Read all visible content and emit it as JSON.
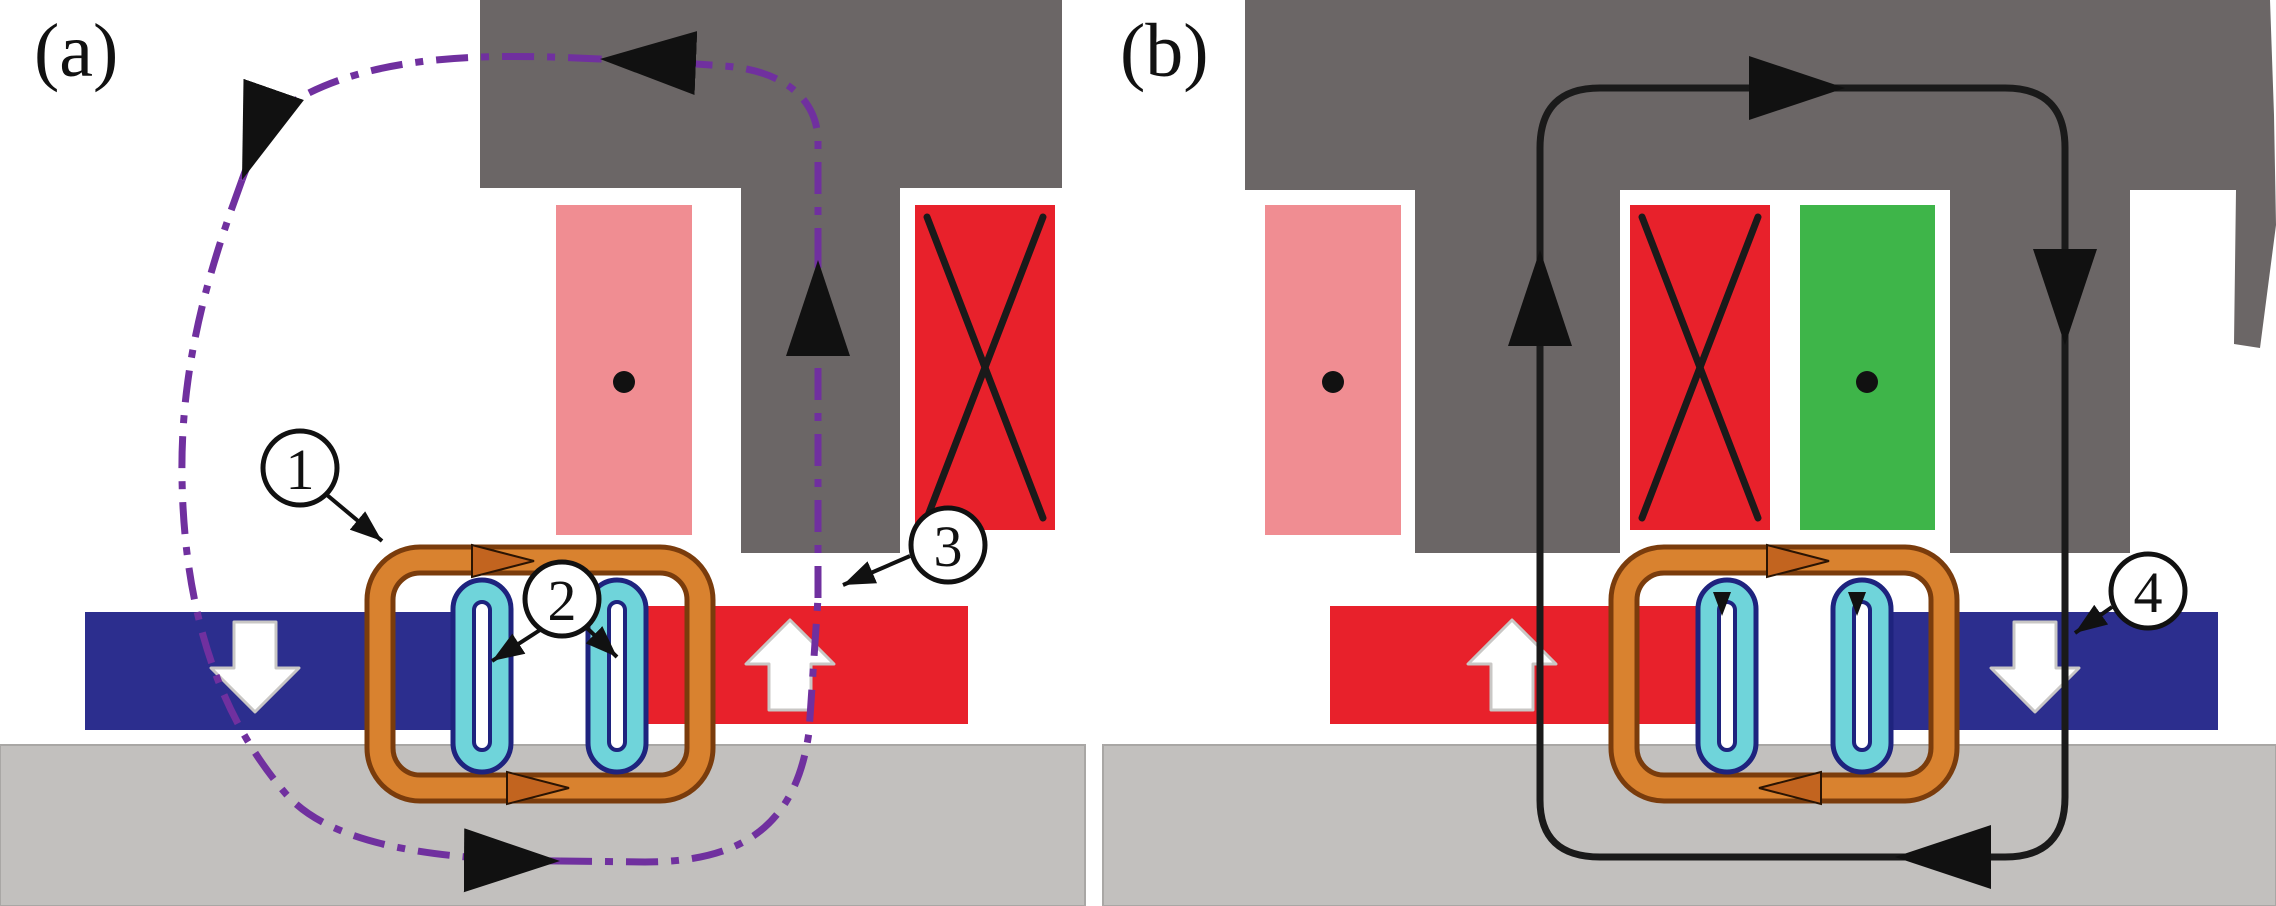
{
  "figure": {
    "panels": [
      {
        "label": "(a)",
        "callouts": [
          {
            "number": "1"
          },
          {
            "number": "2"
          },
          {
            "number": "3"
          }
        ]
      },
      {
        "label": "(b)",
        "callouts": [
          {
            "number": "4"
          }
        ]
      }
    ],
    "symbols": {
      "dot": "current-out-of-page",
      "cross": "current-into-page"
    }
  },
  "colors": {
    "stator_core_gray": "#6b6666",
    "mover_base_gray": "#c2c0be",
    "coil_pink": "#f08d92",
    "coil_red": "#e8212b",
    "coil_green": "#3eb549",
    "magnet_blue": "#2c2e8e",
    "magnet_red": "#e8212b",
    "winding_orange": "#d9822f",
    "hairpin_cyan": "#6fd4da",
    "hairpin_outline_navy": "#1e237e",
    "flux_path_purple": "#70309f",
    "flux_path_black": "#1a1a1a"
  }
}
